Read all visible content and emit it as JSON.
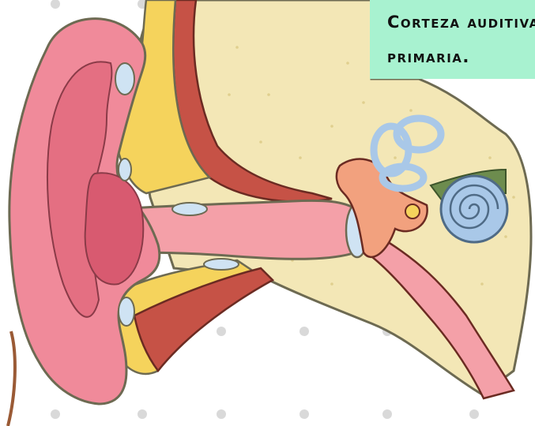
{
  "label": {
    "line1": "Corteza auditiva",
    "line2": "primaria."
  },
  "colors": {
    "label_background": "#a8f2d0",
    "skin": "#f08a9a",
    "bone": "#f3e7b6",
    "cartilage": "#f5d35c",
    "muscle": "#c65246",
    "canal": "#f4a0a8",
    "cochlea": "#a9c8e8",
    "nerve": "#6d8c4e"
  },
  "icons": [
    "ear-anatomy-illustration"
  ]
}
